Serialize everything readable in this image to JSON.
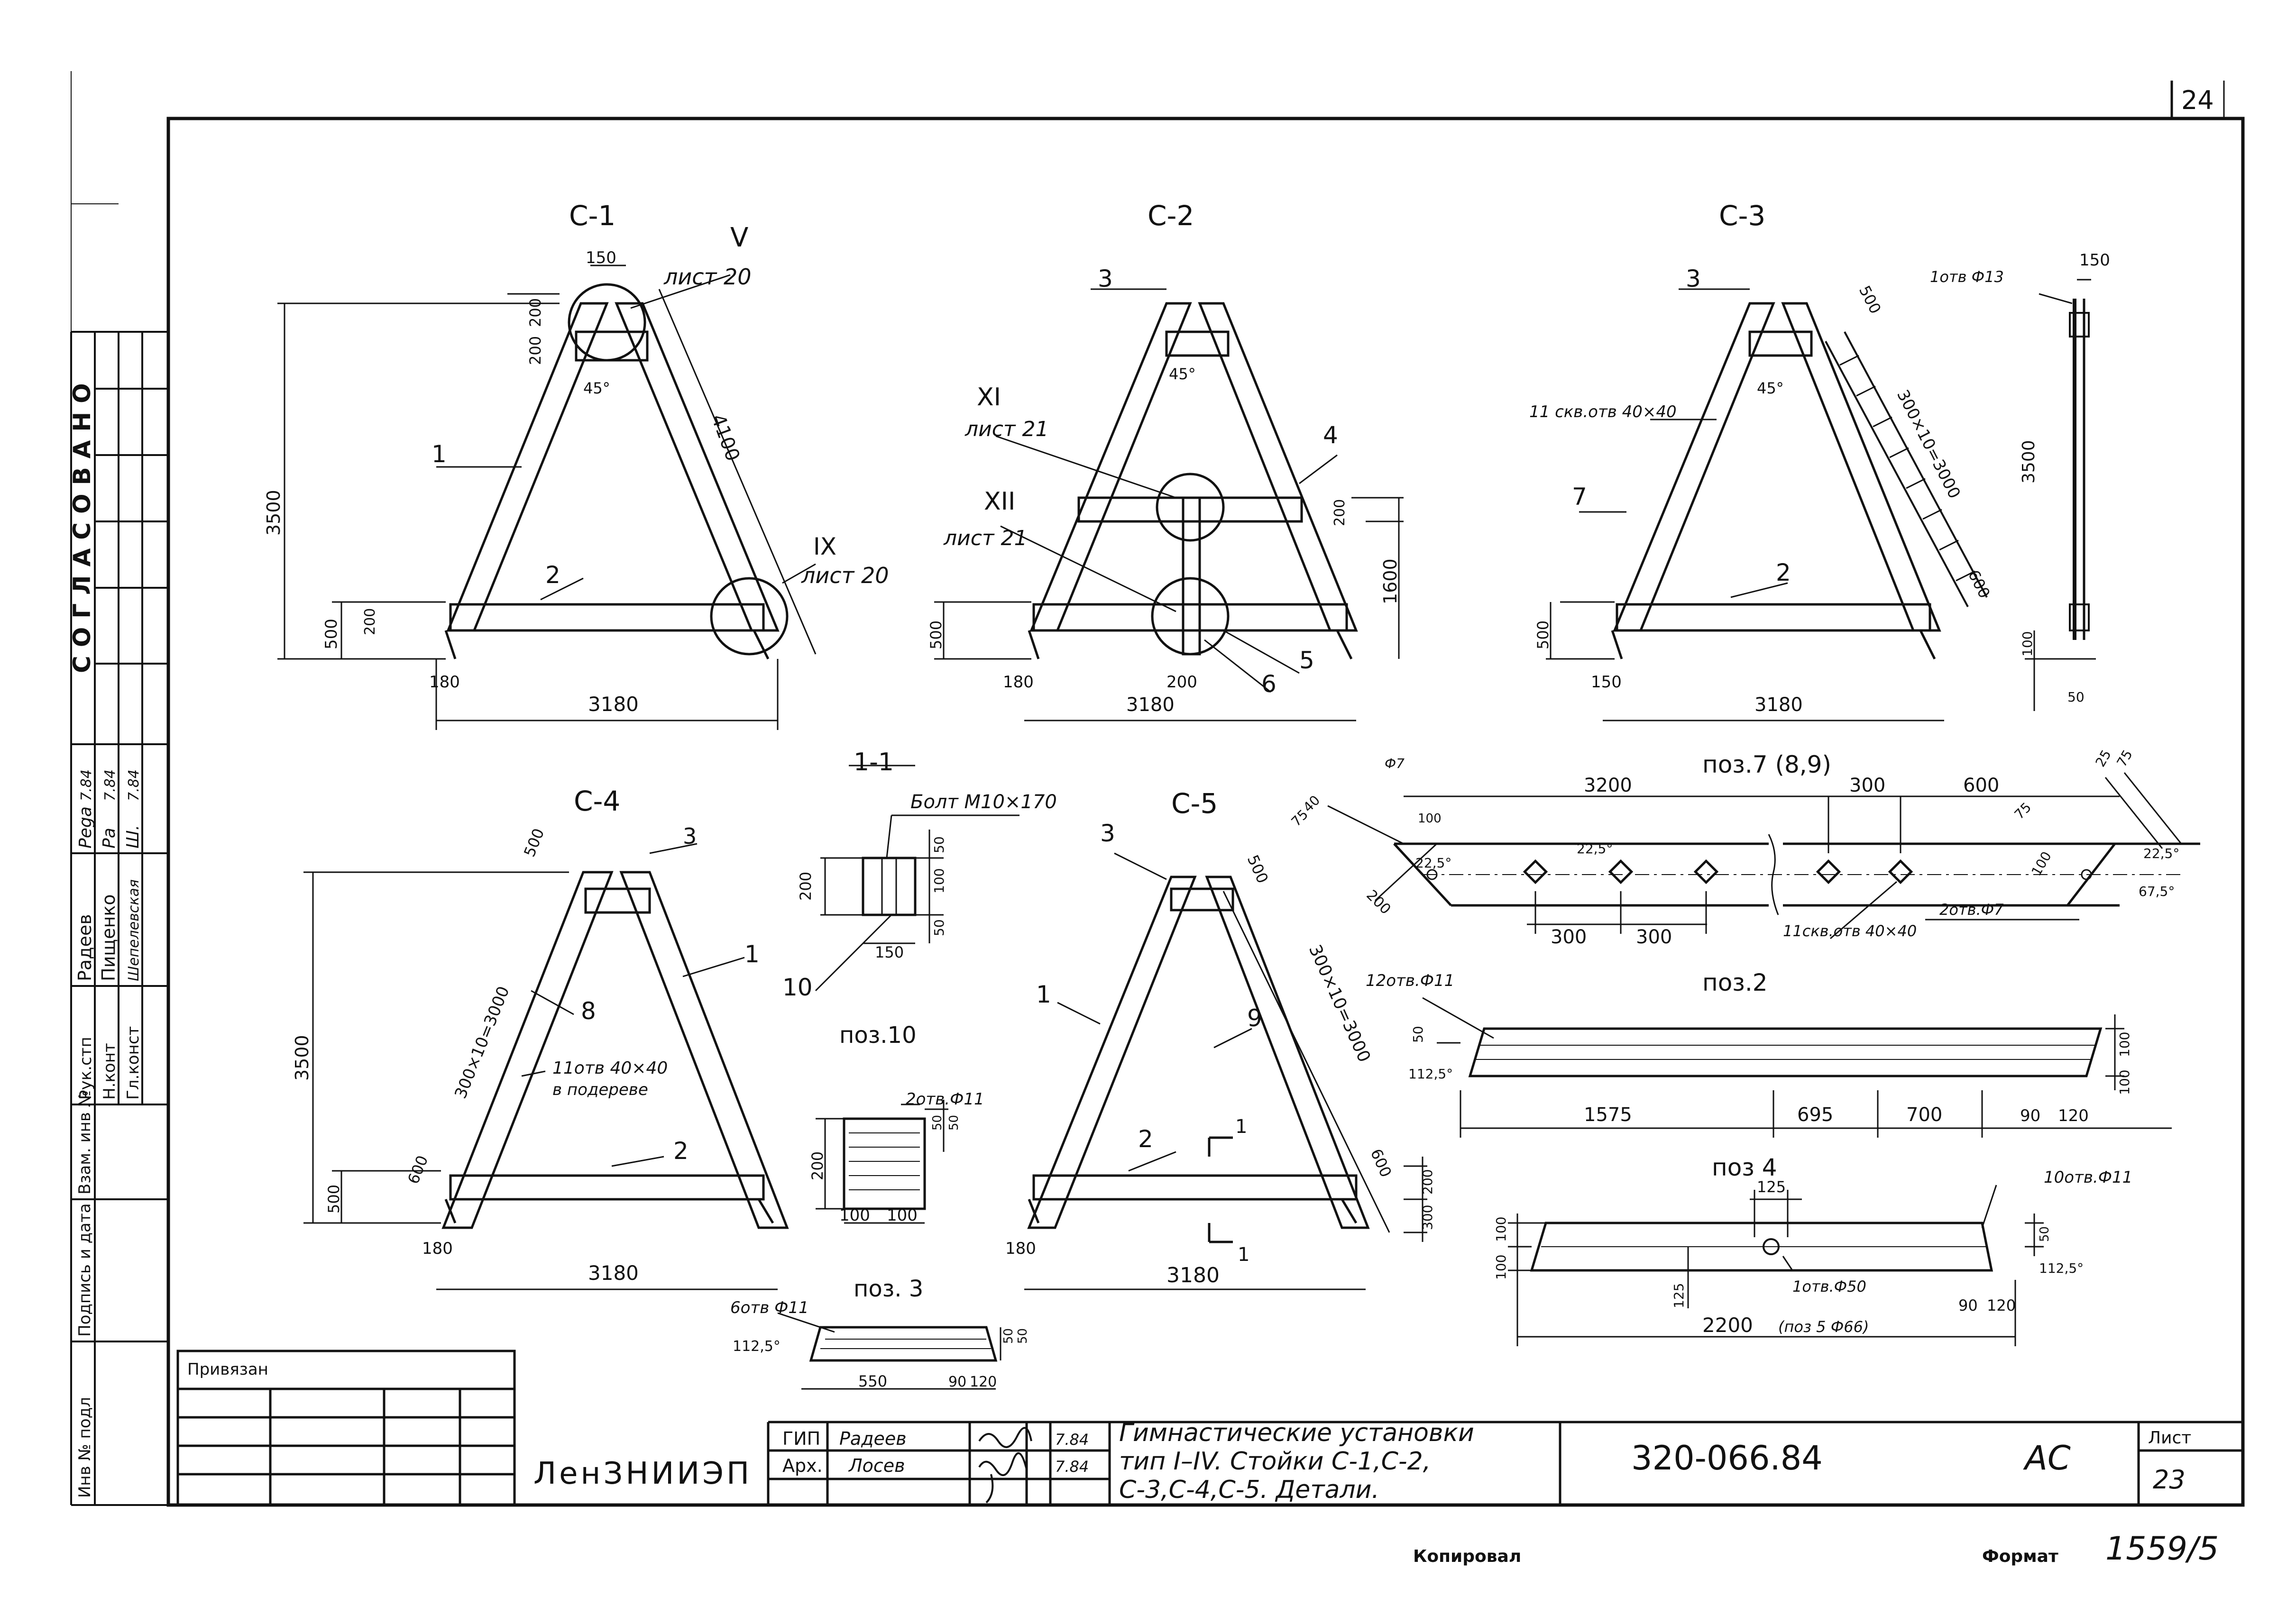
{
  "sheet": {
    "corner_number": "24",
    "copied_label": "Копировал",
    "format_label": "Формат",
    "format_value": "1559/5"
  },
  "side_stamp": {
    "approved": "СОГЛАСОВАНО",
    "roles": [
      "Рук.стп",
      "Н.конт",
      "Гл.конст"
    ],
    "names": [
      "Радеев",
      "Пищенко",
      "Шепелевская"
    ],
    "signs": [
      "Pega",
      "Pa",
      "Ш."
    ],
    "dates": [
      "7.84",
      "7.84",
      "7.84"
    ],
    "vert_labels": [
      "Взам. инв №",
      "Подпись и дата",
      "Инв № подл"
    ]
  },
  "title_block": {
    "attached": "Привязан",
    "organization": "ЛенЗНИИЭП",
    "roles": [
      "ГИП",
      "Арх."
    ],
    "names": [
      "Радеев",
      "Лосев"
    ],
    "dates": [
      "7.84",
      "7.84"
    ],
    "title_lines": [
      "Гимнастические установки",
      "тип I–IV. Стойки С-1,С-2,",
      "С-3,С-4,С-5. Детали."
    ],
    "code": "320-066.84",
    "stage": "АС",
    "sheet_label": "Лист",
    "sheet_number": "23"
  },
  "views": {
    "c1": {
      "title": "С-1",
      "callout1_num": "V",
      "callout1_sheet": "лист 20",
      "callout2_num": "IX",
      "callout2_sheet": "лист 20",
      "parts": [
        "1",
        "2"
      ],
      "angle": "45°",
      "dims": [
        "150",
        "200",
        "200",
        "3500",
        "500",
        "200",
        "4100",
        "180",
        "3180"
      ]
    },
    "c2": {
      "title": "С-2",
      "callout1_num": "XI",
      "callout1_sheet": "лист 21",
      "callout2_num": "XII",
      "callout2_sheet": "лист 21",
      "parts": [
        "3",
        "4",
        "5",
        "6"
      ],
      "angle": "45°",
      "dims": [
        "200",
        "1600",
        "500",
        "180",
        "200",
        "3180"
      ]
    },
    "c3": {
      "title": "С-3",
      "parts": [
        "3",
        "7",
        "2"
      ],
      "angle": "45°",
      "holes": "11 скв.отв 40×40",
      "side_hole": "1отв Ф13",
      "dims": [
        "150",
        "500",
        "300×10=3000",
        "600",
        "3500",
        "500",
        "150",
        "3180",
        "100",
        "50"
      ]
    },
    "c4": {
      "title": "С-4",
      "parts": [
        "3",
        "8",
        "1",
        "2"
      ],
      "holes_line1": "11отв 40×40",
      "holes_line2": "в подереве",
      "dims": [
        "500",
        "300×10=3000",
        "3500",
        "600",
        "500",
        "180",
        "3180"
      ]
    },
    "c5": {
      "title": "С-5",
      "parts": [
        "3",
        "1",
        "9",
        "2"
      ],
      "section_mark": "1",
      "dims": [
        "500",
        "300×10=3000",
        "600",
        "200",
        "300",
        "180",
        "3180"
      ]
    },
    "s11": {
      "title": "1-1",
      "bolt": "Болт М10×170",
      "part": "10",
      "dims": [
        "200",
        "50",
        "100",
        "50",
        "150"
      ]
    },
    "p10": {
      "title": "поз.10",
      "holes": "2отв.Ф11",
      "dims": [
        "200",
        "50",
        "50",
        "100",
        "100"
      ]
    },
    "p3": {
      "title": "поз. 3",
      "holes": "6отв Ф11",
      "dims": [
        "112,5°",
        "550",
        "90",
        "120",
        "50",
        "50"
      ]
    },
    "p7": {
      "title": "поз.7 (8,9)",
      "dims": [
        "3200",
        "300",
        "600",
        "300",
        "300",
        "40",
        "75",
        "100",
        "200",
        "22,5°",
        "22,5°",
        "22,5°",
        "67,5°",
        "25",
        "75",
        "100",
        "75"
      ],
      "holes": "11скв.отв 40×40",
      "holes2": "2отв.Ф7",
      "hole_dia": "Ф7"
    },
    "p2": {
      "title": "поз.2",
      "holes": "12отв.Ф11",
      "dims": [
        "50",
        "112,5°",
        "1575",
        "695",
        "700",
        "90",
        "120",
        "100",
        "100"
      ]
    },
    "p4": {
      "title": "поз 4",
      "holes": "10отв.Ф11",
      "center_hole": "1отв.Ф50",
      "dims": [
        "125",
        "100",
        "100",
        "125",
        "2200",
        "(поз 5 Ф66)",
        "90",
        "120",
        "50",
        "112,5°"
      ]
    }
  }
}
